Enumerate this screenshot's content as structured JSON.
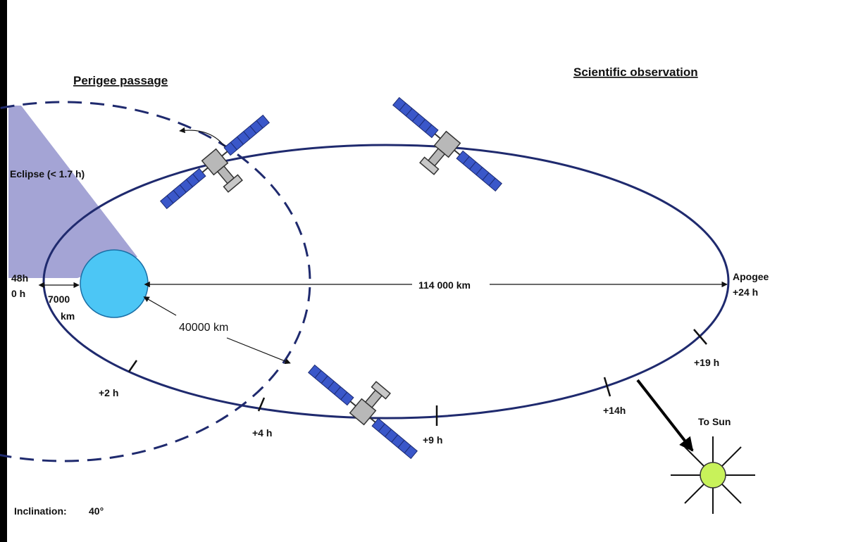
{
  "headings": {
    "perigee": "Perigee passage",
    "science": "Scientific observation"
  },
  "labels": {
    "eclipse": "Eclipse (< 1.7 h)",
    "t48": "48h",
    "t0": "0 h",
    "perigee_dist_1": "7000",
    "perigee_dist_2": "km",
    "radius": "40000 km",
    "axis": "114 000 km",
    "apogee": "Apogee",
    "apogee_time": "+24 h",
    "h2": "+2 h",
    "h4": "+4 h",
    "h9": "+9 h",
    "h14": "+14h",
    "h19": "+19 h",
    "to_sun": "To Sun",
    "inclination": "Inclination:",
    "inclination_value": "40°"
  },
  "colors": {
    "orbit": "#1f2a6e",
    "earth": "#4cc6f5",
    "eclipse": "#9a9ad0",
    "sun": "#c8f25a",
    "satellite_body": "#b8b8b8",
    "panel": "#3a57c9"
  },
  "icons": [
    "earth-icon",
    "sun-icon",
    "satellite-icon"
  ]
}
